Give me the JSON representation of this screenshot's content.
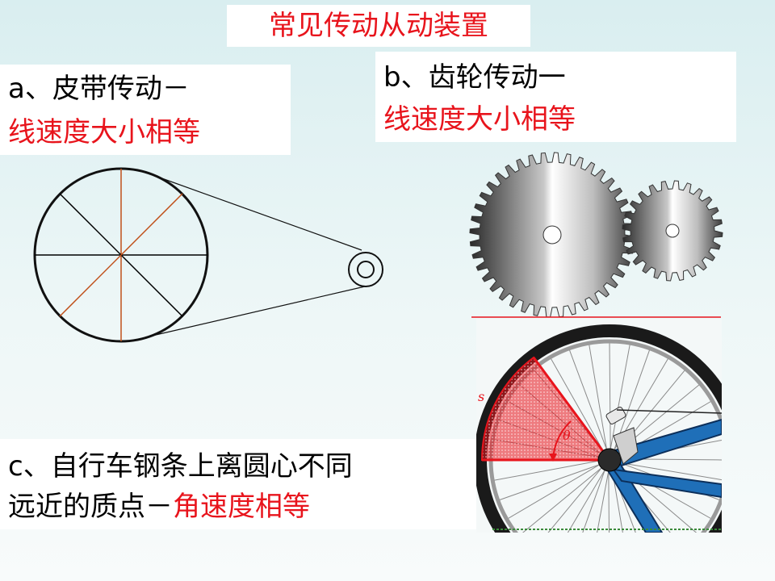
{
  "title": "常见传动从动装置",
  "belt": {
    "label_prefix": "a、",
    "label_main": "皮带传动－",
    "label_result": "线速度大小相等"
  },
  "gear": {
    "label_prefix": "b、",
    "label_main": "齿轮传动一",
    "label_result": "线速度大小相等"
  },
  "wheel": {
    "label_line1": "c、自行车钢条上离圆心不同",
    "label_line2_black": "远近的质点－",
    "label_line2_red": "角速度相等",
    "arc_letter": "s",
    "angle_letter": "θ"
  },
  "colors": {
    "accent_red": "#e8141c",
    "frame_blue": "#1f6fb8",
    "tire": "#1a1a1a"
  }
}
